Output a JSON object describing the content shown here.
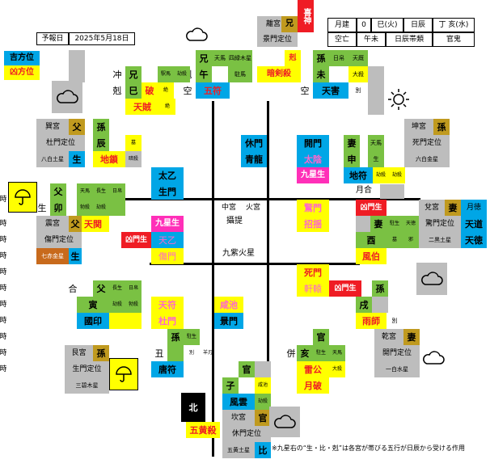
{
  "header": {
    "date_label": "予報日",
    "date_value": "2025年5月18日"
  },
  "info_table": {
    "month_label": "月建",
    "month_zero": "0",
    "month_val": "巳(火)",
    "day_label": "日辰",
    "day_val": "丁 亥(水)",
    "kubou_label": "空亡",
    "kubou_val": "午未",
    "nichishin_label": "日辰帯類",
    "kan_label": "官鬼"
  },
  "directions": {
    "good": "吉方位",
    "bad": "凶方位",
    "north": "北"
  },
  "north_top": {
    "kishin": "喜神",
    "ri_gong": "離宮",
    "kei_mon": "景門定位",
    "ani": "兄",
    "koku": "剋",
    "shisatsu": "四緑木星",
    "shisatsu_short": "暗剣殺",
    "tenma": "天馬",
    "tochi": "駐馬",
    "gosho": "五符",
    "kuu": "空",
    "uma": "午",
    "ken": "兄",
    "koku2": "剋"
  },
  "labels": {
    "chu": "冲",
    "koku": "剋",
    "kuu": "空",
    "gou": "合",
    "sei": "生",
    "hei": "併",
    "getsu_gou": "月合"
  },
  "tl": {
    "ani": "兄",
    "mi": "巳",
    "ha": "破",
    "tenma": "駅馬",
    "tozoku": "劫殺",
    "zetsu": "絶",
    "tenzoku": "天賊",
    "zetsu2": "絶"
  },
  "sw_cell": {
    "son_gu": "巽宮",
    "fu": "父",
    "to_mon": "杜門定位",
    "star": "八白土星",
    "sei": "生",
    "mago": "孫",
    "tatsu": "辰",
    "chisa": "地鎖",
    "mu": "墓",
    "ankou": "暗殺"
  },
  "center_top": {
    "kyu_mon": "休門",
    "seiryu": "青龍",
    "kai_mon": "開門",
    "taiin": "太陰",
    "kyusei": "九星生"
  },
  "te_cell": {
    "tsuma": "妻",
    "saru": "申",
    "chifu": "地符",
    "tenma": "天馬",
    "sei": "生",
    "kyousatsu": "劫殺",
    "kyousatsu2": "劫殺",
    "kon_gu": "坤宮",
    "mago": "孫",
    "shi_mon": "死門定位",
    "star": "六白金星"
  },
  "left_mid": {
    "tai_otsu": "太乙",
    "sei_mon": "生門",
    "chi": "父",
    "u": "卯",
    "tenshin": "天関",
    "sei": "生",
    "shin_gu": "震宮",
    "fu": "父",
    "sho_mon": "傷門定位",
    "star": "七赤金星",
    "sei2": "生",
    "tenma": "天馬",
    "chosei": "長生",
    "hinichi": "日帛",
    "sai": "勃殺",
    "sai2": "劫殺"
  },
  "center": {
    "chu_gu": "中宮",
    "ka_gu": "火宮",
    "setsu": "攝提",
    "kyu_shi": "九紫火星",
    "kyusei_sei": "九星生",
    "kyomon": "凶門生",
    "tenki": "天乙",
    "sho_mon": "傷門"
  },
  "right_mid": {
    "kyo_mon": "驚門",
    "shokyo": "招揺",
    "kyomon_sei": "凶門生",
    "tsuma": "妻",
    "nishi": "酉",
    "fuhaku": "風伯",
    "da_gu": "兌宮",
    "tsuma2": "妻",
    "getsu": "月徳",
    "kyo_mon_tei": "驚門定位",
    "tendou": "天道",
    "star": "二黒土星",
    "tentoku": "天徳",
    "hakusei": "駐生",
    "tentoku2": "天徳",
    "mu": "墓",
    "ja": "邪"
  },
  "bottom_center": {
    "shi_mon": "死門",
    "kentou": "軒轅",
    "kyomon_sei": "凶門生",
    "mago": "孫",
    "tsuchi": "戌",
    "ushi": "雨師",
    "chi_ken": "乾宮",
    "tsuma": "妻",
    "kai_mon_tei": "開門定位",
    "star": "一白水星",
    "betsu": "別"
  },
  "bottom_left": {
    "fu": "父",
    "tora": "寅",
    "kokuin": "國印",
    "chosei": "長生",
    "hinichi": "日帛",
    "tozoku": "劫殺",
    "sai": "勃殺",
    "ten_fu": "天符",
    "to_mon": "杜門",
    "kanchi": "咸池",
    "kei_mon": "景門",
    "gon_gu": "艮宮",
    "mago": "孫",
    "sei_mon": "生門定位",
    "star": "三碧木星",
    "mago2": "孫",
    "ushi": "丑",
    "toufu": "唐符",
    "hakusei": "駐生",
    "betsu": "別",
    "yoshitsu": "羊刃"
  },
  "bottom_mid": {
    "kan": "官",
    "ne": "子",
    "fuun": "風雲",
    "kan_gu": "坎宮",
    "kan2": "官",
    "kyu_mon_tei": "休門定位",
    "star": "五黄土星",
    "hi": "比",
    "gohou": "五黄殺",
    "kankan": "咸池",
    "zokusatsu": "劫殺",
    "han": "官",
    "i": "亥",
    "raikou": "雷公",
    "geppa": "月破",
    "tenma": "天馬",
    "shinsei": "駐生",
    "daisatsu": "大殺",
    "tenmu": "天馬",
    "zaikou": "劫殺"
  },
  "right_top": {
    "mago": "孫",
    "hitsuji": "未",
    "tenkyou": "天害",
    "betsu": "別",
    "hinichi": "日帛",
    "tenkou": "天厩",
    "daisatsu": "大殺",
    "kuu": "空"
  },
  "side_times": [
    "時",
    "時",
    "時",
    "時",
    "時",
    "時",
    "時",
    "時",
    "時",
    "時",
    "時"
  ],
  "footnote": "※九星右の“生・比・剋”は各宮が帯びる五行が日辰から受ける作用",
  "colors": {
    "green": "#7ac143",
    "yellow": "#ffff00",
    "blue": "#00a6e6",
    "magenta": "#ff2fb8",
    "red": "#ef1c24",
    "gold": "#c09a1f",
    "gray": "#bdbdbd"
  },
  "icons": {
    "cloud": "cloud-icon",
    "sun": "sun-icon",
    "umbrella": "umbrella-icon"
  }
}
